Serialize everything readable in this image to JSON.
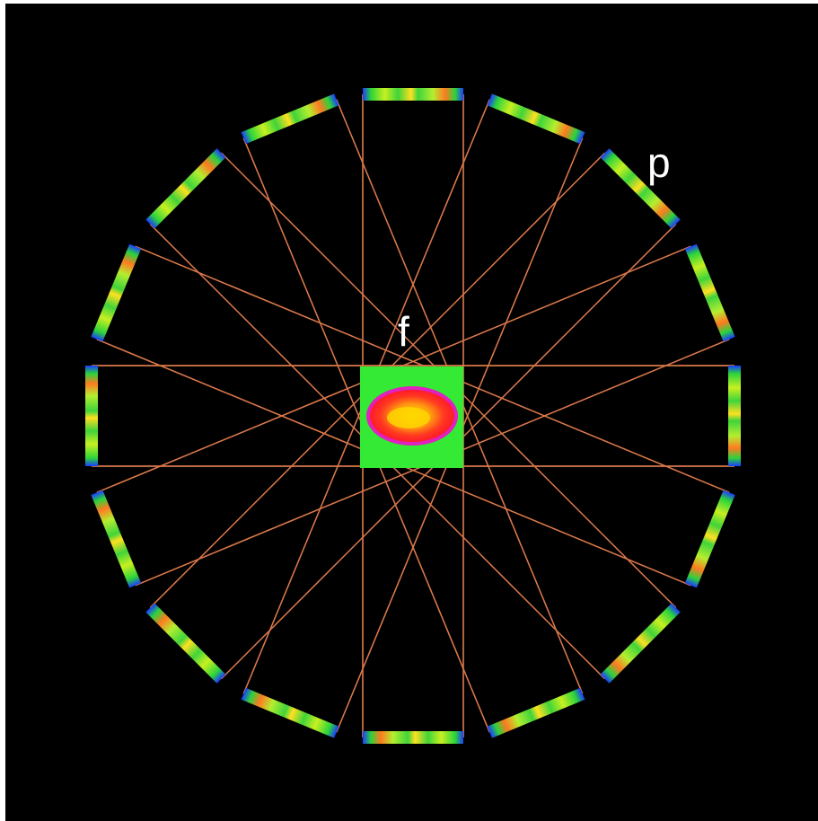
{
  "labels": {
    "projections": "p",
    "image": "f"
  },
  "colors": {
    "background": "#000000",
    "rays": "#d9784a",
    "detector_base": "#3fd43a",
    "phantom_background": "#34ea34",
    "phantom_low": "#ffd800",
    "phantom_high": "#ff2020",
    "phantom_edge": "#e020c0"
  },
  "detector_count": 16
}
